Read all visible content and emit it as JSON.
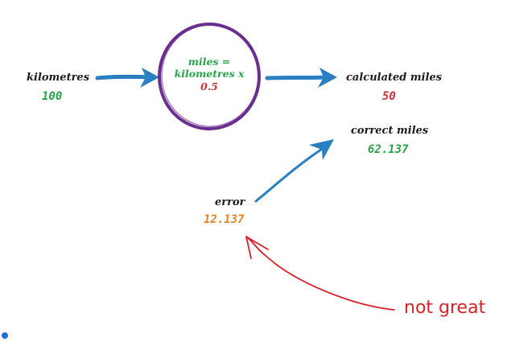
{
  "input": {
    "label": "kilometres",
    "value": "100"
  },
  "formula": {
    "line1": "miles =",
    "line2": "kilometres x",
    "constant": "0.5"
  },
  "output": {
    "label": "calculated miles",
    "value": "50"
  },
  "truth": {
    "label": "correct miles",
    "value": "62.137"
  },
  "error": {
    "label": "error",
    "value": "12.137"
  },
  "annotation": "not great",
  "colors": {
    "value_green": "#2aa24a",
    "value_red": "#c8323a",
    "value_orange": "#e2852a",
    "arrow_blue": "#2a7fc0",
    "circle_purple": "#6a2e8f",
    "annotation_red": "#d8232a"
  }
}
